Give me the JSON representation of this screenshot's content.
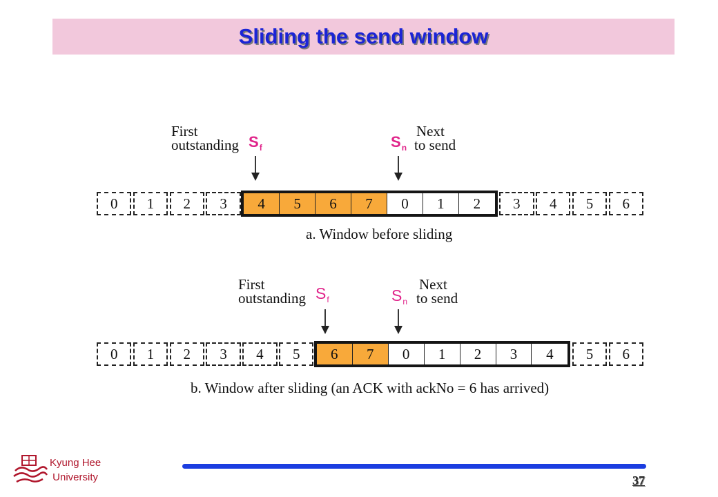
{
  "slide": {
    "title": "Sliding the send window",
    "page_number": "37"
  },
  "footer": {
    "university_line1": "Kyung Hee",
    "university_line2": "University",
    "logo_icon": "university-seal-icon"
  },
  "diagram_a": {
    "first_label_1": "First",
    "first_label_2": "outstanding",
    "sf_main": "S",
    "sf_sub": "f",
    "sn_main": "S",
    "sn_sub": "n",
    "next_label_1": "Next",
    "next_label_2": "to send",
    "cells": [
      "0",
      "1",
      "2",
      "3",
      "4",
      "5",
      "6",
      "7",
      "0",
      "1",
      "2",
      "3",
      "4",
      "5",
      "6"
    ],
    "window_start_index": 4,
    "window_end_index": 10,
    "outstanding_count": 4,
    "caption": "a. Window before sliding"
  },
  "diagram_b": {
    "first_label_1": "First",
    "first_label_2": "outstanding",
    "sf_main": "S",
    "sf_sub": "f",
    "sn_main": "S",
    "sn_sub": "n",
    "next_label_1": "Next",
    "next_label_2": "to send",
    "cells": [
      "0",
      "1",
      "2",
      "3",
      "4",
      "5",
      "6",
      "7",
      "0",
      "1",
      "2",
      "3",
      "4",
      "5",
      "6"
    ],
    "window_start_index": 6,
    "window_end_index": 12,
    "outstanding_count": 2,
    "caption": "b. Window after sliding (an ACK with ackNo = 6 has arrived)"
  },
  "colors": {
    "title": "#1b24d6",
    "title_bar": "#f2c8dc",
    "outstanding": "#f8a93a",
    "pointer_symbol": "#e0248a",
    "footer_line": "#1b3de0"
  }
}
